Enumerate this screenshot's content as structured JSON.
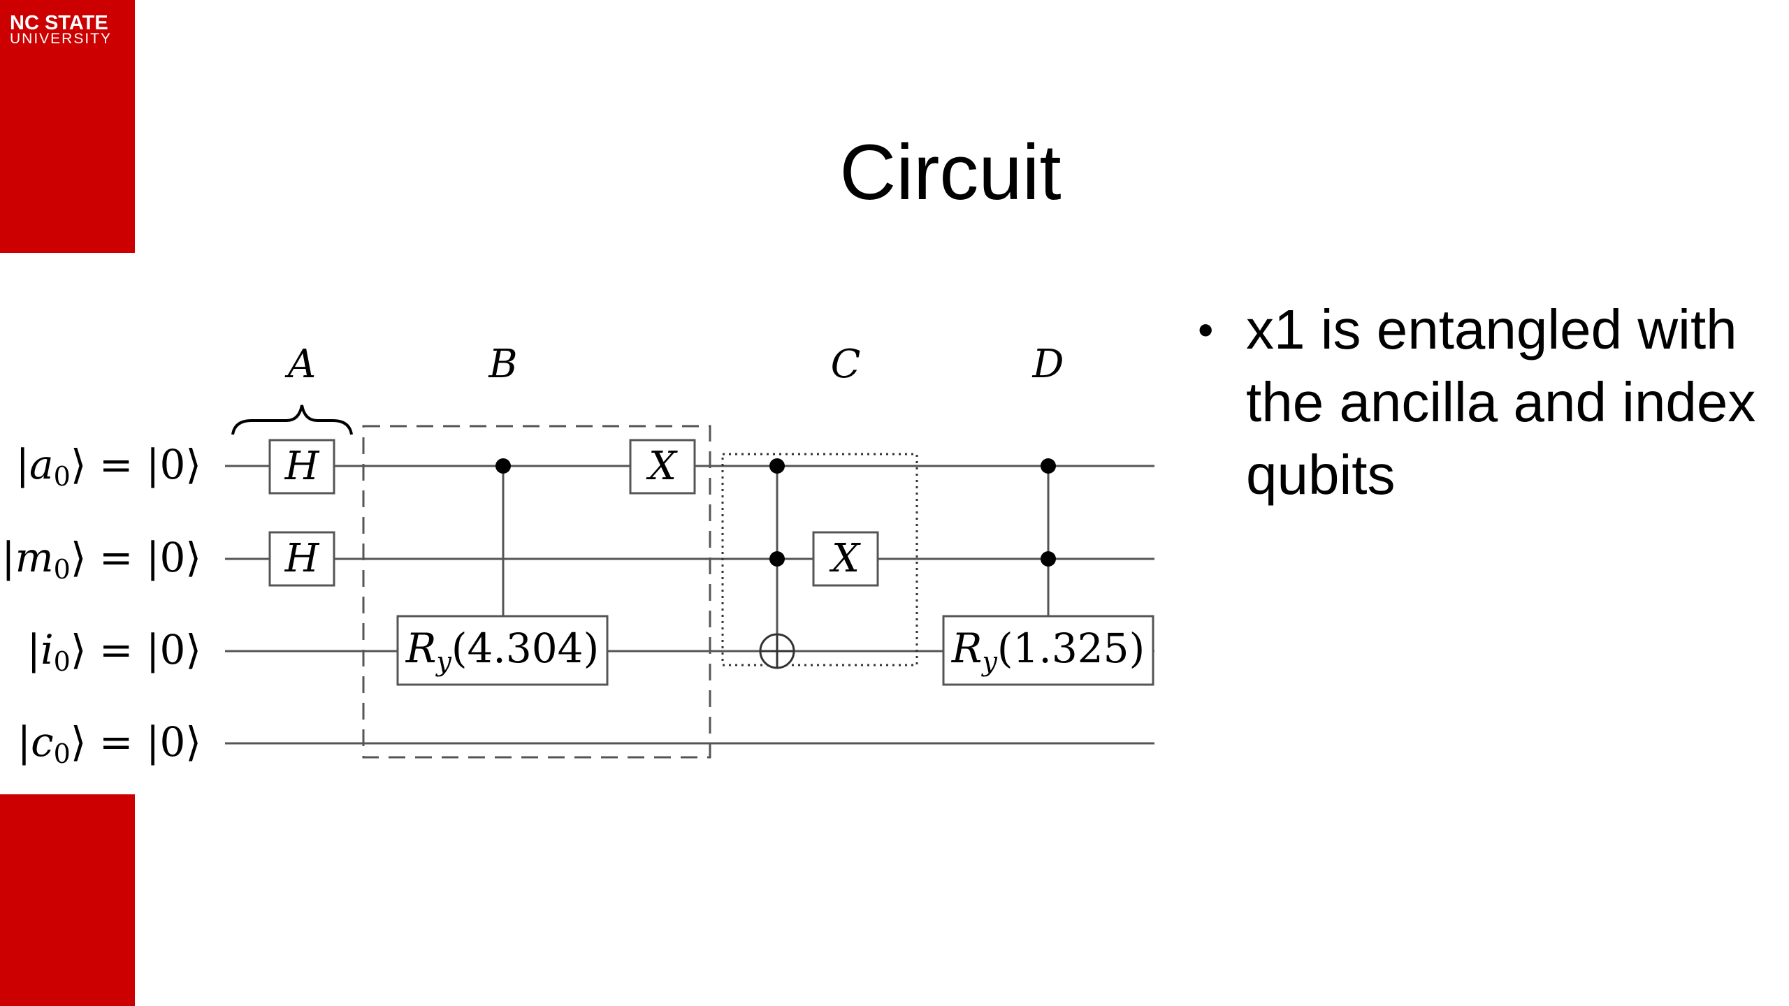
{
  "logo": {
    "line1": "NC STATE",
    "line2": "UNIVERSITY"
  },
  "slide": {
    "title": "Circuit"
  },
  "bullets": [
    "x1 is entangled with the ancilla and index qubits"
  ],
  "circuit": {
    "stage_labels": [
      "A",
      "B",
      "C",
      "D"
    ],
    "qubits": [
      {
        "ket": "a",
        "sub": "0",
        "init": "= |0⟩"
      },
      {
        "ket": "m",
        "sub": "0",
        "init": "= |0⟩"
      },
      {
        "ket": "i",
        "sub": "0",
        "init": "= |0⟩"
      },
      {
        "ket": "c",
        "sub": "0",
        "init": "= |0⟩"
      }
    ],
    "gates": {
      "h": "H",
      "x": "X",
      "ry_b": {
        "name": "R",
        "sub": "y",
        "arg": "(4.304)"
      },
      "ry_d": {
        "name": "R",
        "sub": "y",
        "arg": "(1.325)"
      }
    }
  },
  "colors": {
    "brand_red": "#CC0000",
    "ink": "#000000",
    "wire": "#555555"
  }
}
